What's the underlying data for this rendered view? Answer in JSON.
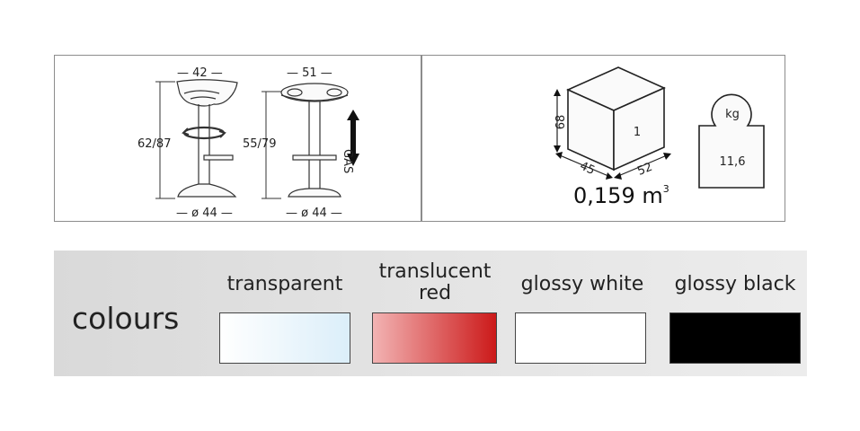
{
  "stool_front": {
    "top_width": "— 42 —",
    "height": "62/87",
    "base": "— ø 44 —"
  },
  "stool_side": {
    "top_width": "— 51 —",
    "height": "55/79",
    "base": "— ø 44 —",
    "gas_label": "GAS"
  },
  "package": {
    "height": "68",
    "depth": "45",
    "width": "52",
    "count": "1",
    "volume": "0,159 m",
    "volume_unit_sup": "3",
    "weight_unit": "kg",
    "weight": "11,6"
  },
  "colours": {
    "title": "colours",
    "items": [
      {
        "label": "transparent",
        "gradient_from": "#ffffff",
        "gradient_to": "#dbeef9"
      },
      {
        "label": "translucent red",
        "gradient_from": "#f2b3b3",
        "gradient_to": "#cc1a1a"
      },
      {
        "label": "glossy white",
        "gradient_from": "#ffffff",
        "gradient_to": "#ffffff"
      },
      {
        "label": "glossy black",
        "gradient_from": "#000000",
        "gradient_to": "#000000"
      }
    ]
  }
}
